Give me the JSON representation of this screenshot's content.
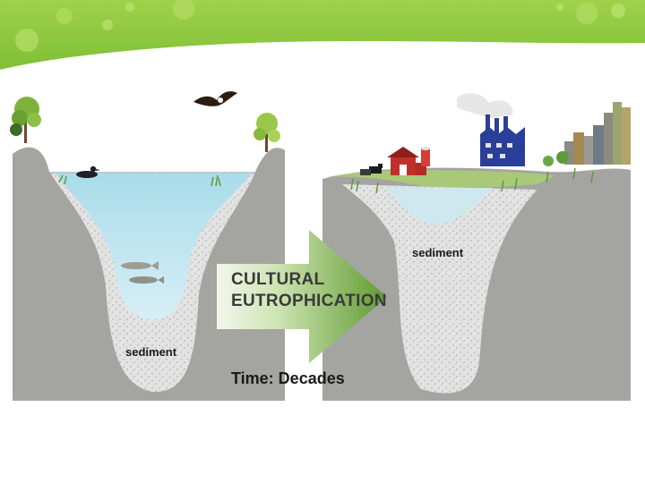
{
  "labels": {
    "sediment_left": "sediment",
    "sediment_right": "sediment",
    "arrow_line1": "CULTURAL",
    "arrow_line2": "EUTROPHICATION",
    "time": "Time: Decades"
  },
  "colors": {
    "banner_green": "#8cc63f",
    "ground": "#a3a3a0",
    "water": "#bfe3ef",
    "sediment": "#dedede",
    "arrow_green": "#6ea63a",
    "barn": "#c0302b",
    "factory": "#2a3f9a"
  }
}
